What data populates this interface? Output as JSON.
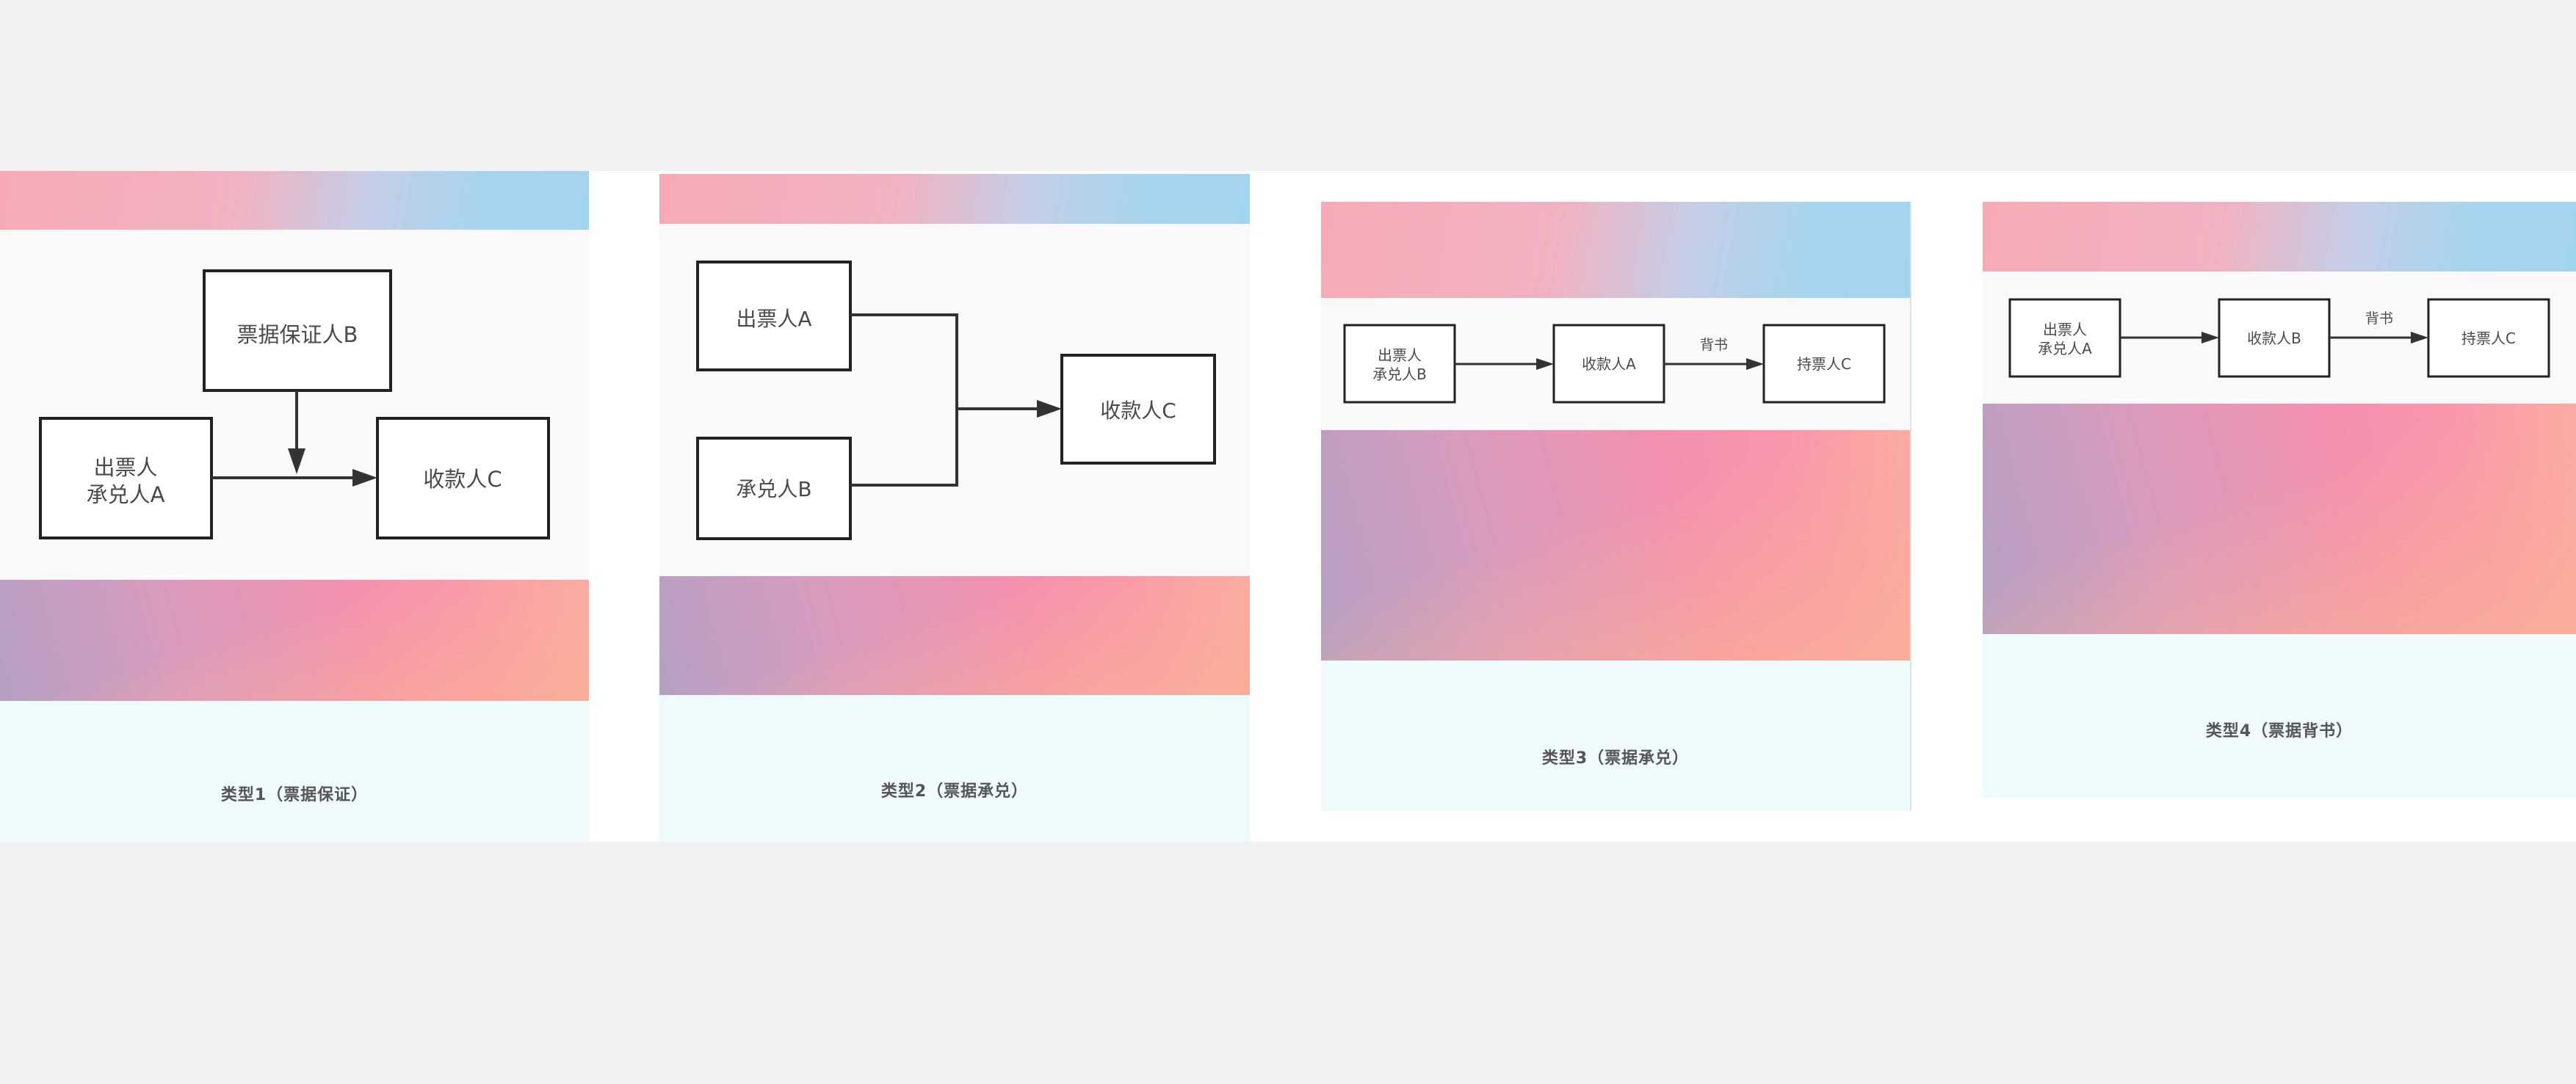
{
  "cards": [
    {
      "caption": "类型1（票据保证）",
      "nodes": {
        "guarantor": "票据保证人B",
        "drawer_line1": "出票人",
        "drawer_line2": "承兑人A",
        "payee": "收款人C"
      }
    },
    {
      "caption": "类型2（票据承兑）",
      "nodes": {
        "drawer": "出票人A",
        "acceptor": "承兑人B",
        "payee": "收款人C"
      }
    },
    {
      "caption": "类型3（票据承兑）",
      "nodes": {
        "drawer_line1": "出票人",
        "drawer_line2": "承兑人B",
        "payee": "收款人A",
        "holder": "持票人C"
      },
      "edge_label": "背书"
    },
    {
      "caption": "类型4（票据背书）",
      "nodes": {
        "drawer_line1": "出票人",
        "drawer_line2": "承兑人A",
        "payee": "收款人B",
        "holder": "持票人C"
      },
      "edge_label": "背书"
    }
  ]
}
